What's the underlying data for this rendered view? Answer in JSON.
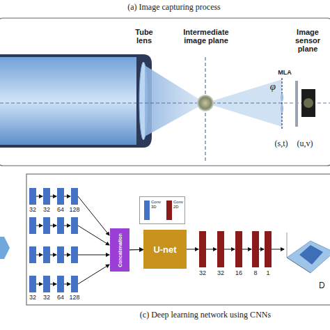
{
  "diagram": {
    "nodes": [
      {
        "text": [
          "Concatenation"
        ]
      },
      {
        "text": [
          "U-net"
        ]
      }
    ],
    "edges": [
      {
        "from": 0,
        "to": 1,
        "arrow": "to"
      }
    ],
    "labels": [
      "(a) Image capturing process",
      "Tube lens",
      "Intermediate image plane",
      "Image sensor plane",
      "MLA",
      "φ",
      "(s,t)",
      "(u,v)",
      "32",
      "32",
      "64",
      "128",
      "32",
      "32",
      "64",
      "128",
      "32",
      "32",
      "16",
      "8",
      "1",
      "D",
      "(c) Deep learning network using CNNs"
    ],
    "legend": [
      {
        "text": "Conv 3D",
        "color": "#4472c4"
      },
      {
        "text": "Conv 2D",
        "color": "#8b1a1a"
      }
    ]
  }
}
